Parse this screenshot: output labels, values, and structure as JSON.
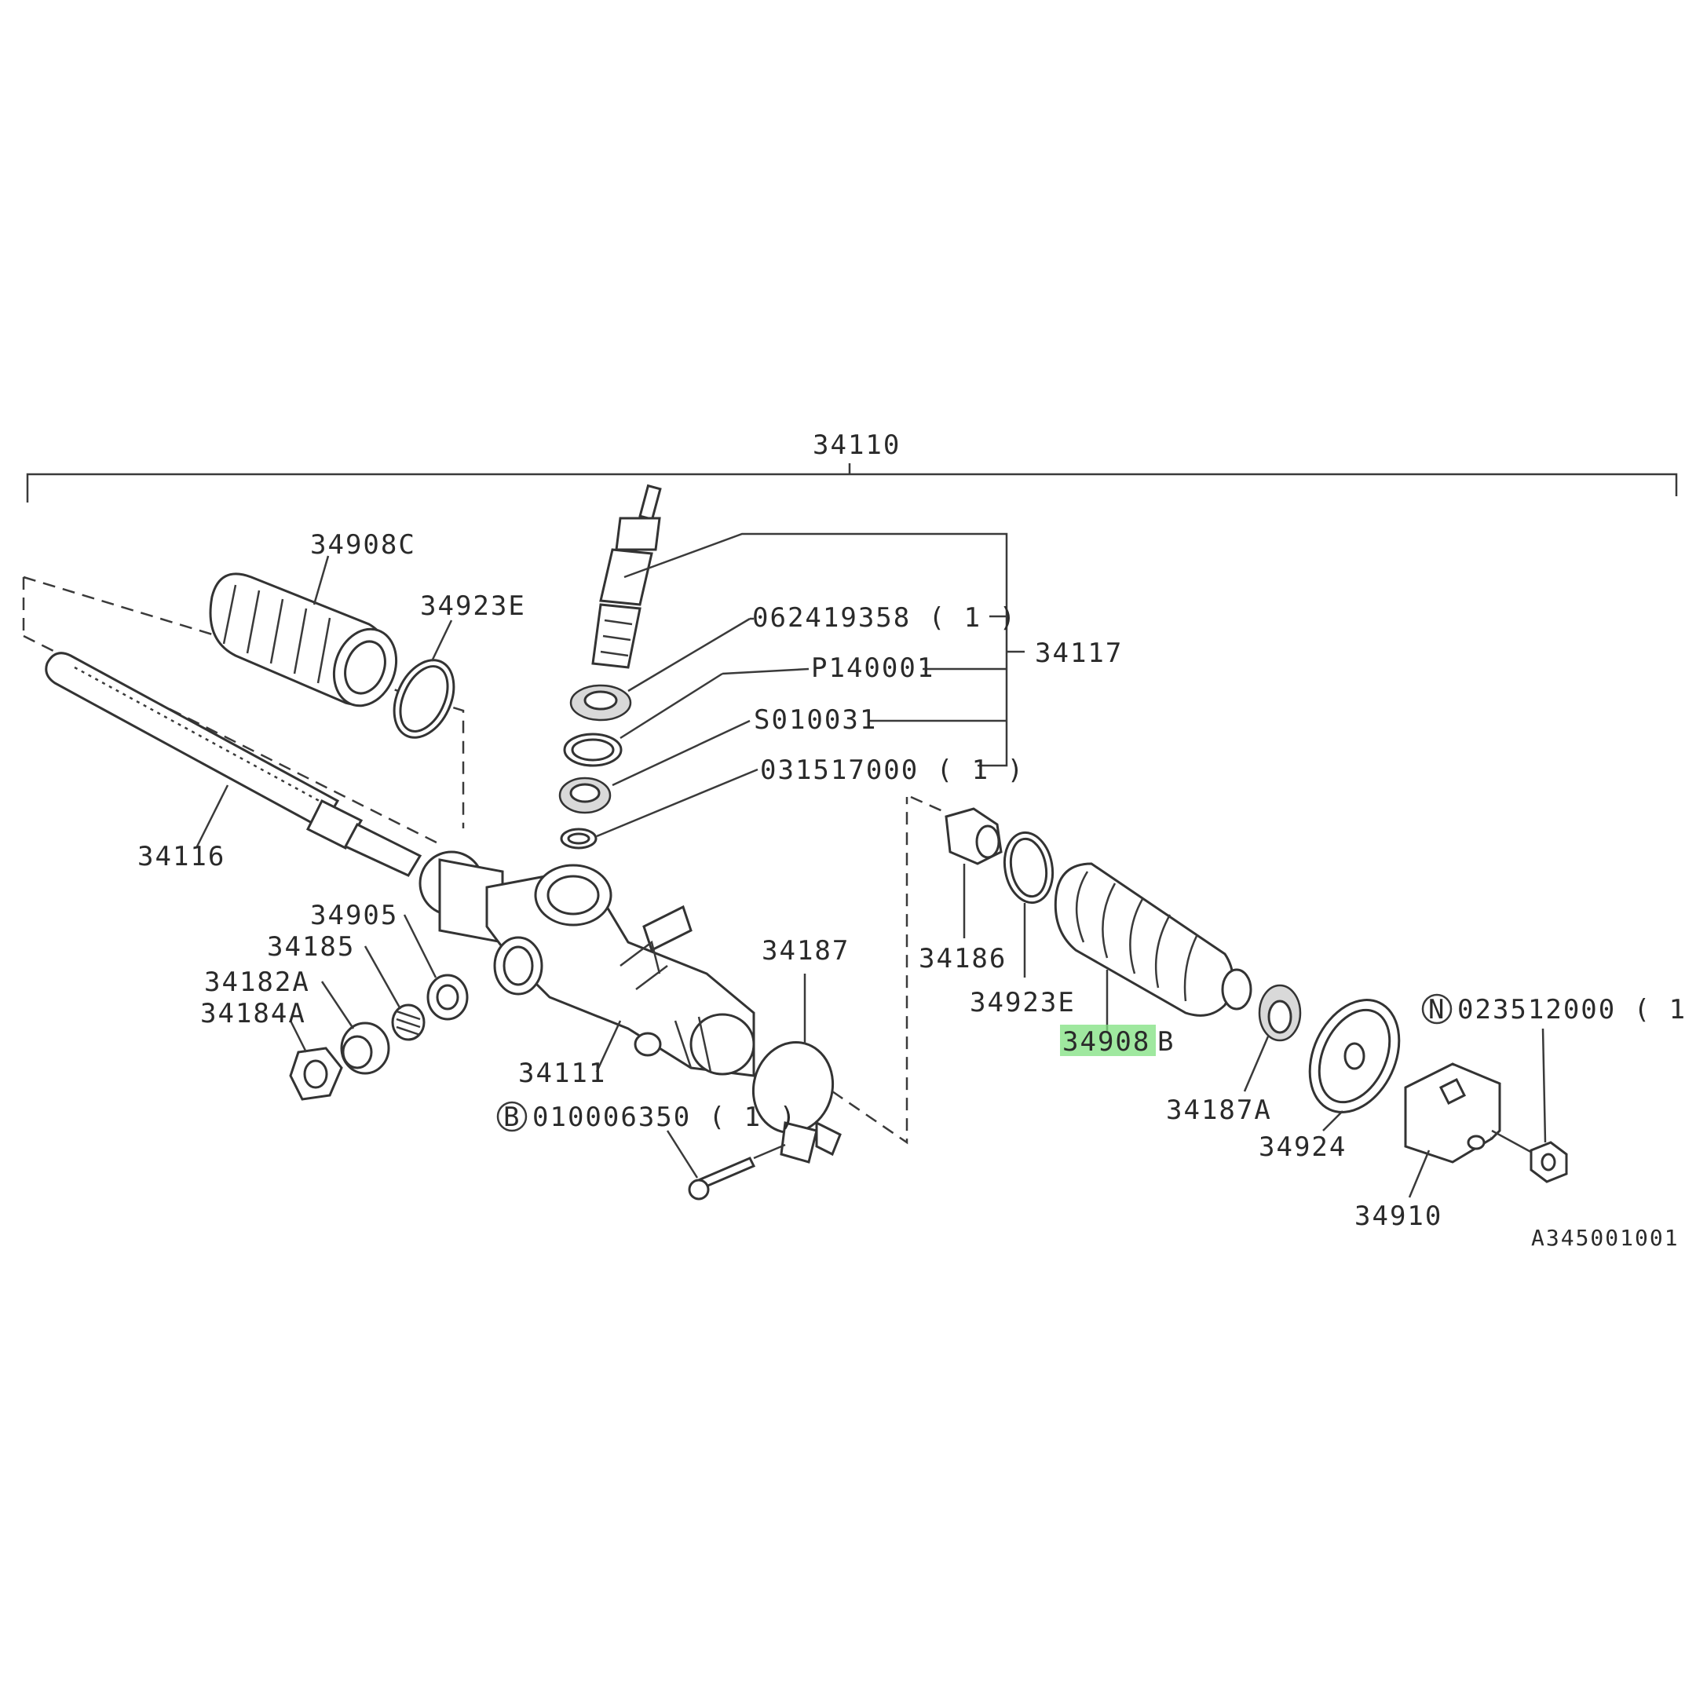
{
  "diagram": {
    "highlight_color": "#7fe07f",
    "labels": {
      "assembly": "34110",
      "p34908C": "34908C",
      "p34923E_top": "34923E",
      "p062419358": "062419358 ( 1 )",
      "p34117": "34117",
      "p140001": "P140001",
      "s010031": "S010031",
      "p031517000": "031517000 ( 1 )",
      "p34116": "34116",
      "p34905": "34905",
      "p34185": "34185",
      "p34182A": "34182A",
      "p34184A": "34184A",
      "p34111": "34111",
      "p34187": "34187",
      "bolt_marker": "B",
      "bolt_code": "010006350 ( 1 )",
      "p34186": "34186",
      "p34923E_right": "34923E",
      "p34908_main": "34908",
      "p34908_suffix": "B",
      "p34187A": "34187A",
      "p34924": "34924",
      "nut_marker": "N",
      "nut_code": "023512000 ( 1 )",
      "p34910": "34910",
      "corner_code": "A345001001"
    }
  }
}
